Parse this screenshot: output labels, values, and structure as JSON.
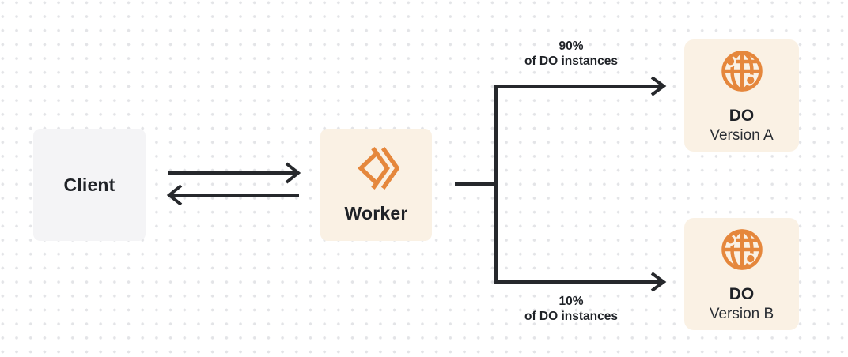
{
  "colors": {
    "accent_orange": "#e5873c",
    "panel_cream": "#faf1e4",
    "panel_gray": "#f4f4f6",
    "ink_text": "#1f2227",
    "connector_line": "#26282c",
    "dot_grid": "#e3e4e7"
  },
  "nodes": {
    "client": {
      "label": "Client"
    },
    "worker": {
      "label": "Worker",
      "icon": "cloudflare-workers-logo-icon"
    },
    "do_version_a": {
      "title": "DO",
      "subtitle": "Version A",
      "icon": "durable-object-globe-icon"
    },
    "do_version_b": {
      "title": "DO",
      "subtitle": "Version B",
      "icon": "durable-object-globe-icon"
    }
  },
  "edges": {
    "client_worker": {
      "type": "bidirectional-arrows"
    },
    "split_top": {
      "percent": "90%",
      "caption": "of DO instances"
    },
    "split_bottom": {
      "percent": "10%",
      "caption": "of DO instances"
    }
  }
}
